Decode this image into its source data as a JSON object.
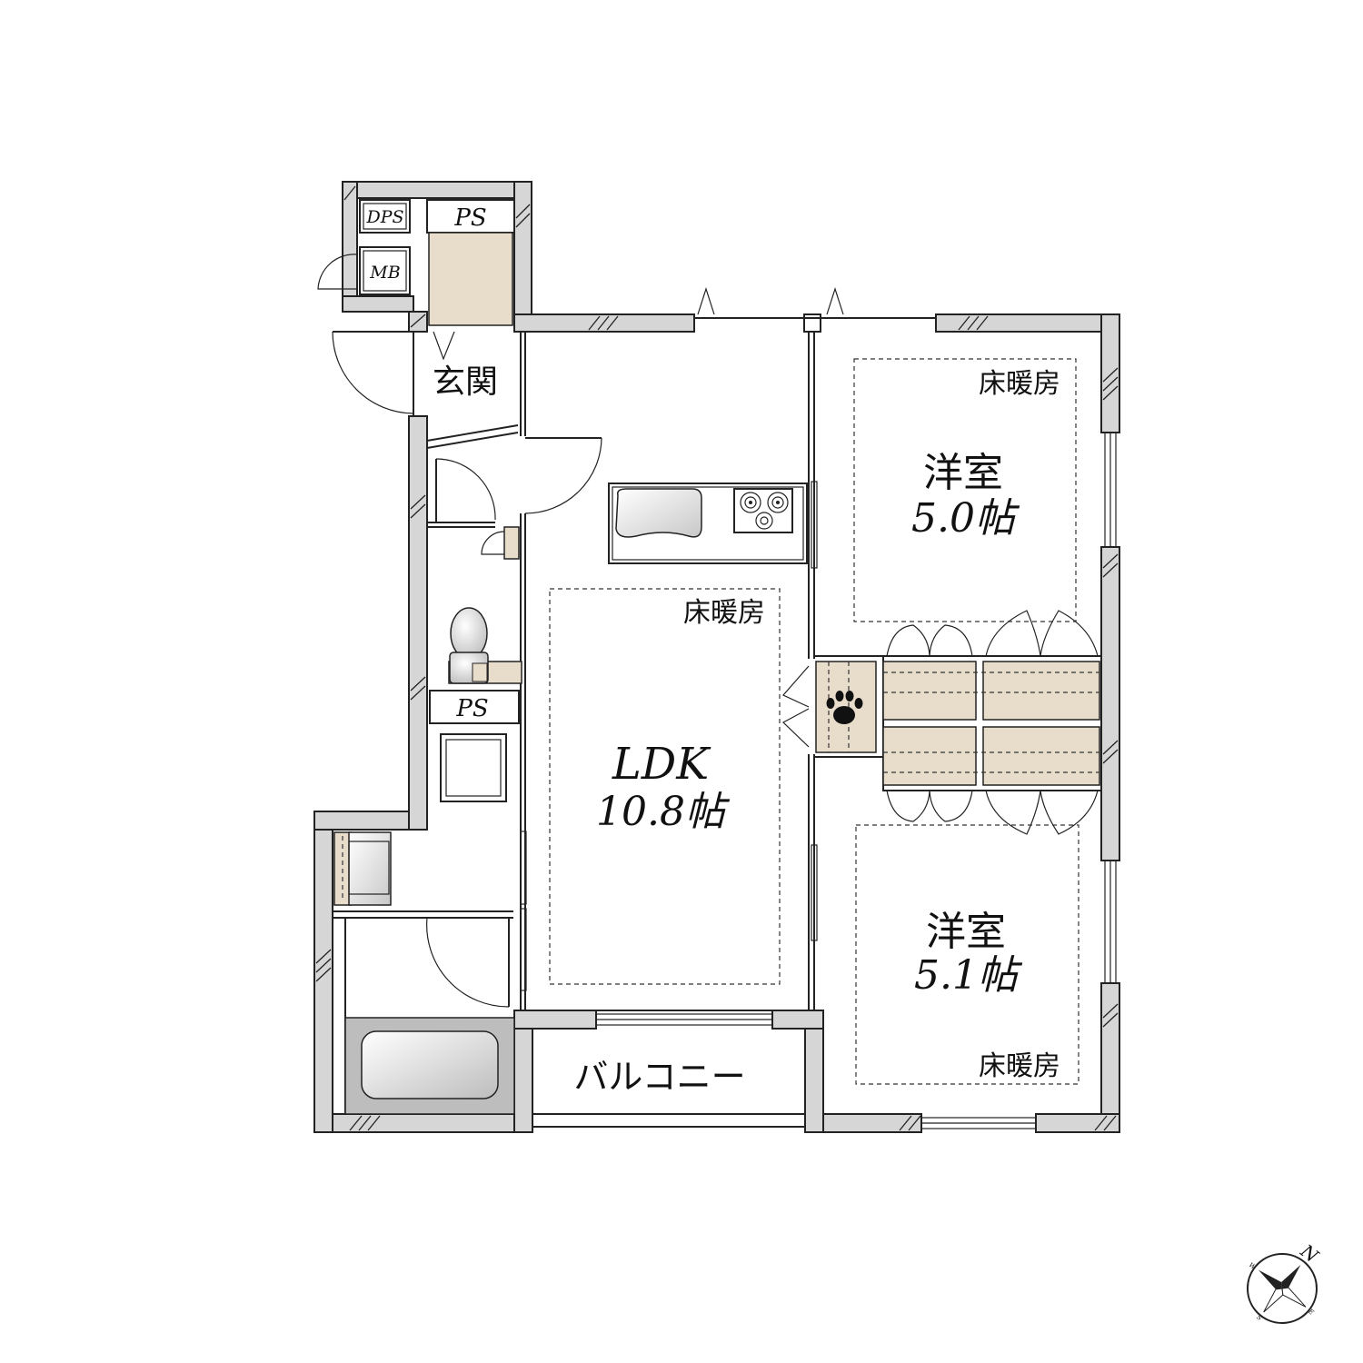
{
  "rooms": {
    "dps": "DPS",
    "mb": "MB",
    "ps_top": "PS",
    "ps_mid": "PS",
    "entrance": "玄関",
    "ldk_name": "LDK",
    "ldk_size": "10.8帖",
    "western1_name": "洋室",
    "western1_size": "5.0帖",
    "western2_name": "洋室",
    "western2_size": "5.1帖",
    "balcony": "バルコニー"
  },
  "floor_heating": {
    "ldk": "床暖房",
    "western1": "床暖房",
    "western2": "床暖房"
  },
  "icons": {
    "pet": "paw-icon",
    "compass": "compass-icon"
  },
  "compass": {
    "north": "N",
    "east": "E",
    "south": "S",
    "west": "W"
  },
  "colors": {
    "wall": "#d6d6d6",
    "storage": "#e8dccb",
    "line": "#222222"
  }
}
